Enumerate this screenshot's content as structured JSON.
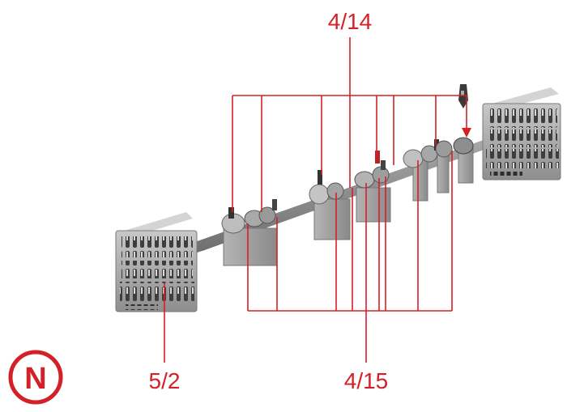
{
  "labels": {
    "top": "4/14",
    "bottom_left": "5/2",
    "bottom_right": "4/15",
    "badge": "N"
  },
  "colors": {
    "accent": "#d42027",
    "model_body": "#9a9a9a",
    "model_dark": "#4a4a4a",
    "background": "#ffffff"
  }
}
